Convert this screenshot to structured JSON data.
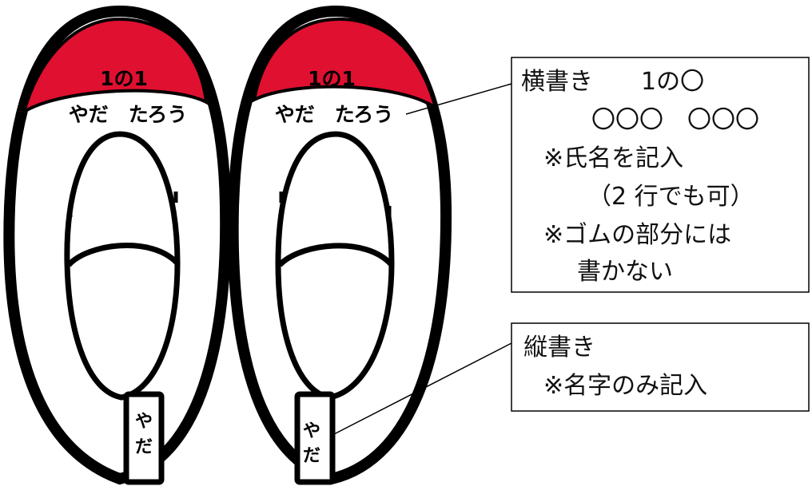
{
  "shoes": {
    "left": {
      "class_label": "1の1",
      "name_label": "やだ　たろう",
      "strap_chars": [
        "や",
        "だ"
      ]
    },
    "right": {
      "class_label": "1の1",
      "name_label": "やだ　たろう",
      "strap_chars": [
        "や",
        "だ"
      ]
    }
  },
  "callout_horizontal": {
    "lines": [
      "横書き　　1の〇",
      "〇〇〇　〇〇〇",
      "※氏名を記入",
      "（2 行でも可）",
      "※ゴムの部分には",
      "書かない"
    ]
  },
  "callout_vertical": {
    "lines": [
      "縦書き",
      "※名字のみ記入"
    ]
  },
  "colors": {
    "toe_cap": "#e01030",
    "outline": "#000000",
    "background": "#ffffff"
  }
}
